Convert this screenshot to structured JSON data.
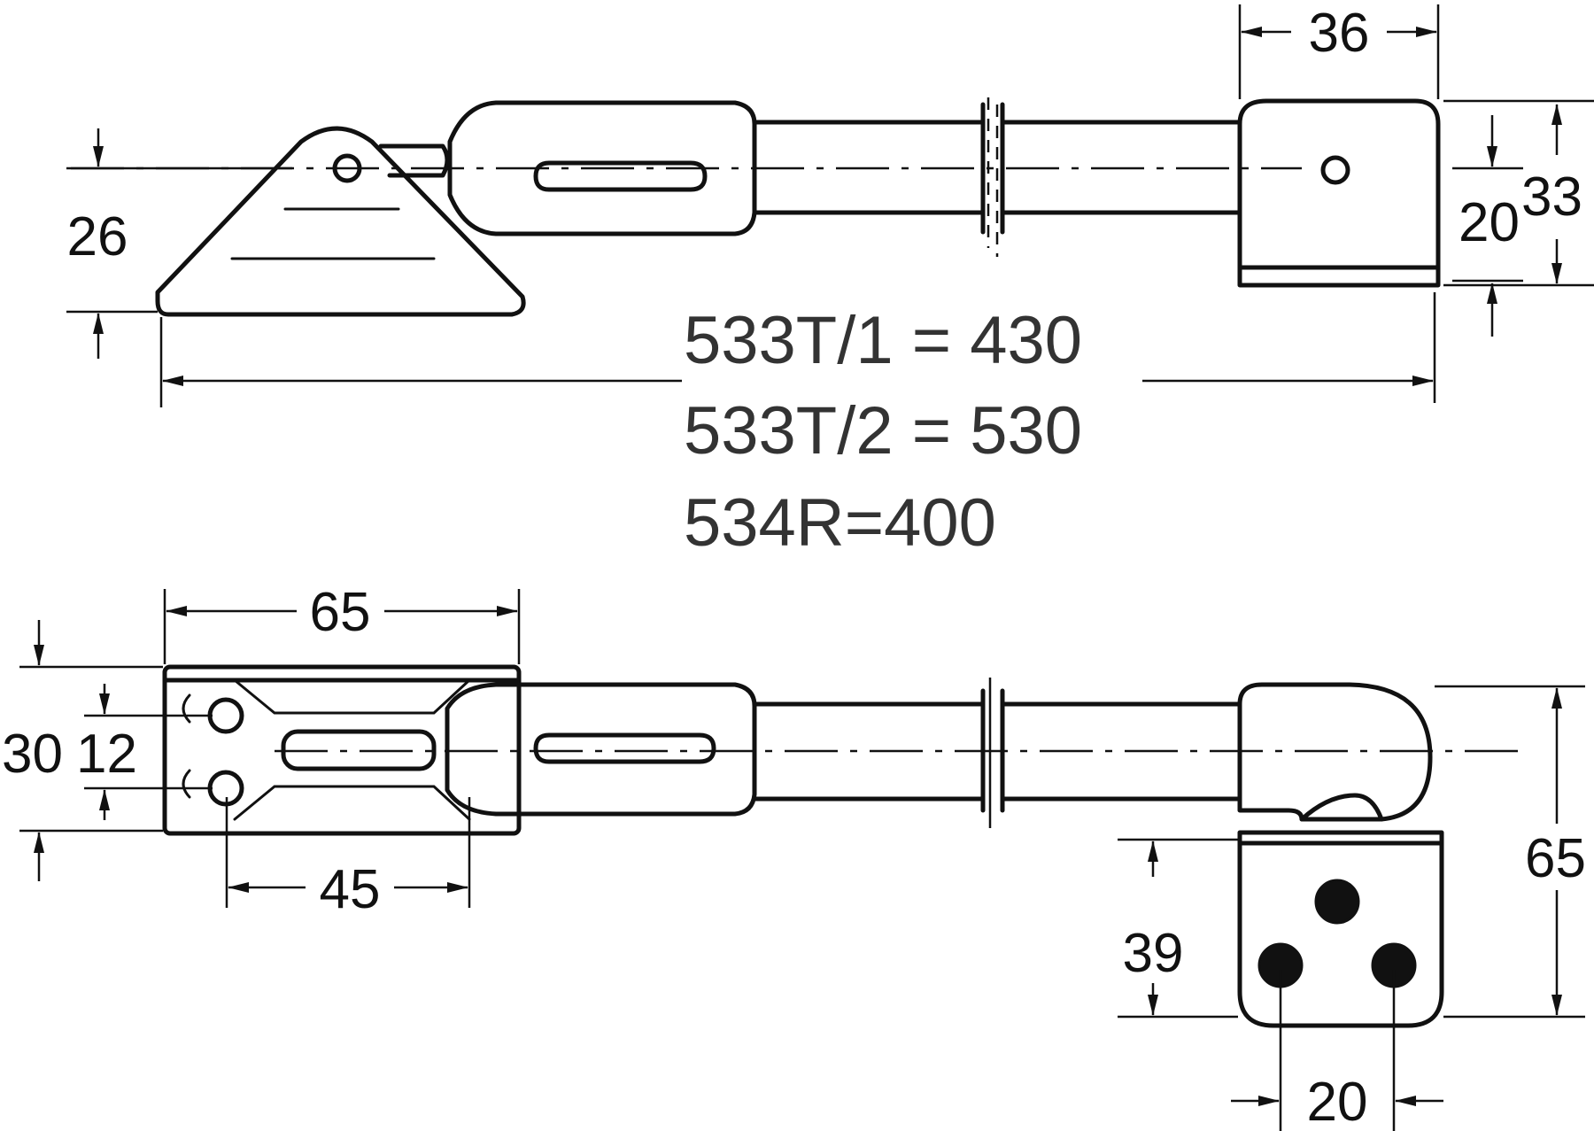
{
  "top_view": {
    "dimensions": {
      "width_36": "36",
      "height_20": "20",
      "height_33": "33",
      "height_26": "26"
    },
    "length_notes": [
      "533T/1 = 430",
      "533T/2 = 530",
      "534R=400"
    ]
  },
  "bottom_view": {
    "dimensions": {
      "width_65": "65",
      "width_45": "45",
      "height_30": "30",
      "height_12": "12",
      "height_65": "65",
      "height_39": "39",
      "pitch_20": "20"
    }
  }
}
